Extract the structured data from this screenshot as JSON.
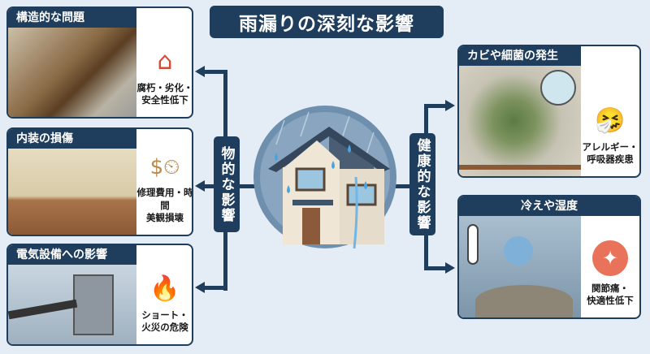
{
  "title": "雨漏りの深刻な影響",
  "colors": {
    "navy": "#1f3d5c",
    "background": "#e4edf5"
  },
  "left_label": "物的な影響",
  "right_label": "健康的な影響",
  "left_panels": [
    {
      "heading": "構造的な問題",
      "icon": "damaged-house-icon",
      "text_lines": [
        "腐朽・劣化・",
        "安全性低下"
      ]
    },
    {
      "heading": "内装の損傷",
      "icon": "money-bag-clock-icon",
      "text_lines": [
        "修理費用・時間",
        "美観損壊"
      ]
    },
    {
      "heading": "電気設備への影響",
      "icon": "fire-icon",
      "text_lines": [
        "ショート・",
        "火災の危険"
      ]
    }
  ],
  "right_panels": [
    {
      "heading": "カビや細菌の発生",
      "icon": "coughing-person-icon",
      "text_lines": [
        "アレルギー・",
        "呼吸器疾患"
      ]
    },
    {
      "heading": "冷えや湿度",
      "icon": "joint-pain-icon",
      "text_lines": [
        "関節痛・",
        "快適性低下"
      ]
    }
  ]
}
